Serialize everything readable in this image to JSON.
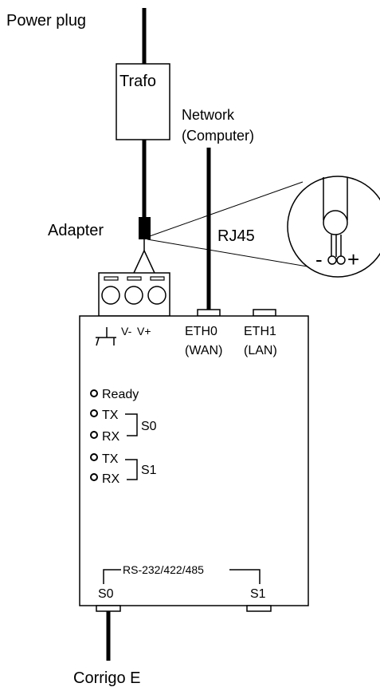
{
  "labels": {
    "power_plug": "Power plug",
    "trafo": "Trafo",
    "network_line1": "Network",
    "network_line2": "(Computer)",
    "adapter": "Adapter",
    "rj45": "RJ45",
    "polarity_minus": "-",
    "polarity_plus": "+",
    "v_minus": "V-",
    "v_plus": "V+",
    "eth0": "ETH0",
    "eth0_sub": "(WAN)",
    "eth1": "ETH1",
    "eth1_sub": "(LAN)",
    "led_ready": "Ready",
    "s0_tx": "TX",
    "s0_rx": "RX",
    "s0_group": "S0",
    "s1_tx": "TX",
    "s1_rx": "RX",
    "s1_group": "S1",
    "rs_bus": "RS-232/422/485",
    "port_s0": "S0",
    "port_s1": "S1",
    "corrigo": "Corrigo E"
  },
  "colors": {
    "line": "#000000",
    "background": "#ffffff"
  }
}
